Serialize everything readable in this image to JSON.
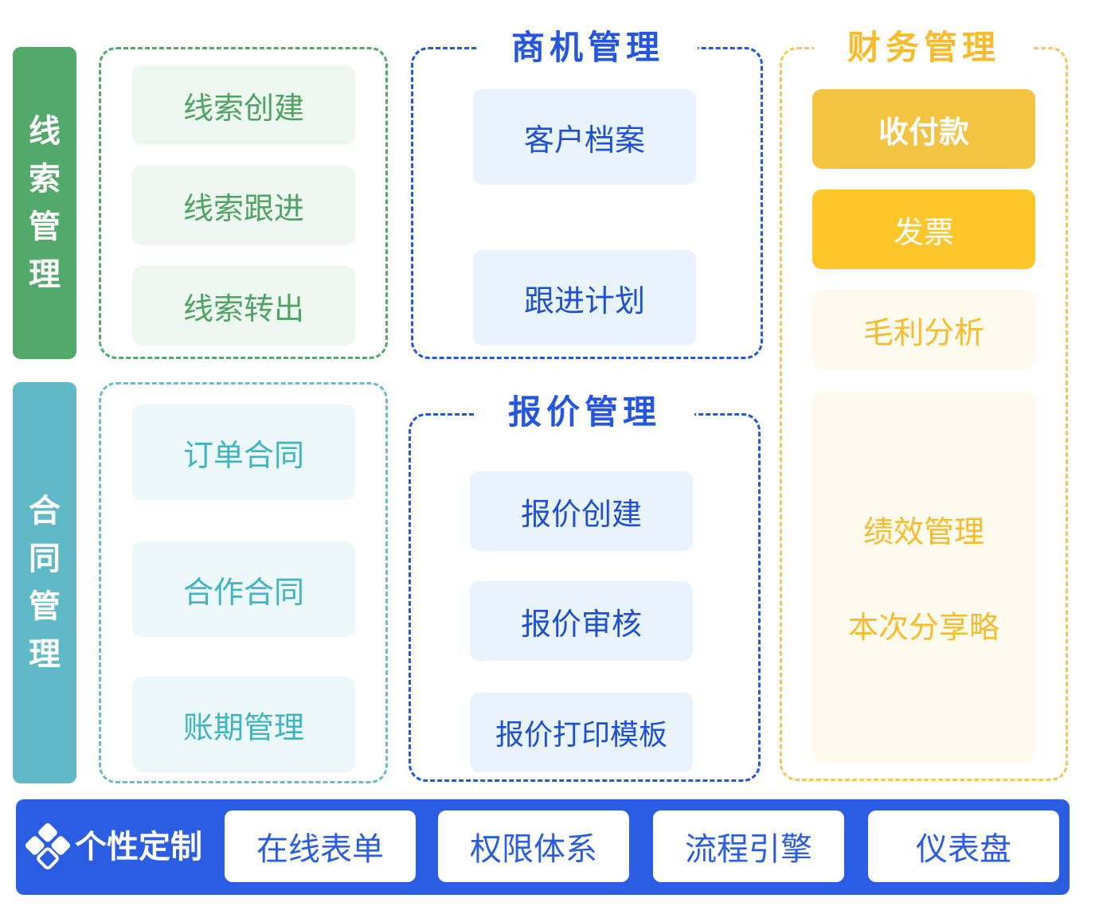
{
  "colors": {
    "green": "#52aa6a",
    "teal": "#5fb9c7",
    "blue": "#2456e0",
    "gold": "#f5c342",
    "gold_bright": "#fdc62a",
    "gold_text": "#f7bc2c"
  },
  "leads": {
    "label_chars": [
      "线",
      "索",
      "管",
      "理"
    ],
    "items": [
      "线索创建",
      "线索跟进",
      "线索转出"
    ]
  },
  "contracts": {
    "label_chars": [
      "合",
      "同",
      "管",
      "理"
    ],
    "items": [
      "订单合同",
      "合作合同",
      "账期管理"
    ]
  },
  "opportunity": {
    "title": "商机管理",
    "items": [
      "客户档案",
      "跟进计划"
    ]
  },
  "quote": {
    "title": "报价管理",
    "items": [
      "报价创建",
      "报价审核",
      "报价打印模板"
    ]
  },
  "finance": {
    "title": "财务管理",
    "items": [
      "收付款",
      "发票",
      "毛利分析"
    ],
    "big_items": [
      "绩效管理",
      "本次分享略"
    ]
  },
  "custom": {
    "icon": "diamond-grid-icon",
    "title": "个性定制",
    "items": [
      "在线表单",
      "权限体系",
      "流程引擎",
      "仪表盘"
    ]
  }
}
